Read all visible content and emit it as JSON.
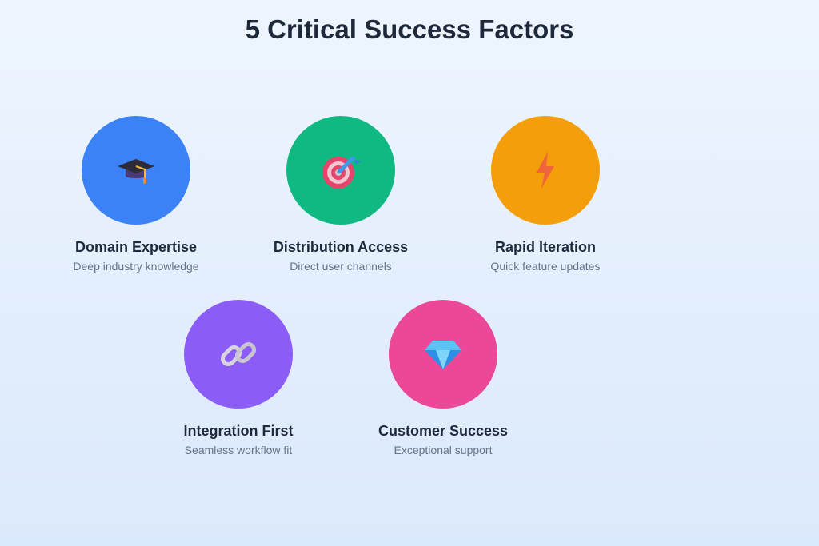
{
  "title": "5 Critical Success Factors",
  "factors": [
    {
      "name": "Domain Expertise",
      "desc": "Deep industry knowledge",
      "color": "#3b82f6",
      "icon": "graduation-cap-icon"
    },
    {
      "name": "Distribution Access",
      "desc": "Direct user channels",
      "color": "#10b981",
      "icon": "target-icon"
    },
    {
      "name": "Rapid Iteration",
      "desc": "Quick feature updates",
      "color": "#f59e0b",
      "icon": "lightning-icon"
    },
    {
      "name": "Integration First",
      "desc": "Seamless workflow fit",
      "color": "#8b5cf6",
      "icon": "link-icon"
    },
    {
      "name": "Customer Success",
      "desc": "Exceptional support",
      "color": "#ec4899",
      "icon": "gem-icon"
    }
  ]
}
